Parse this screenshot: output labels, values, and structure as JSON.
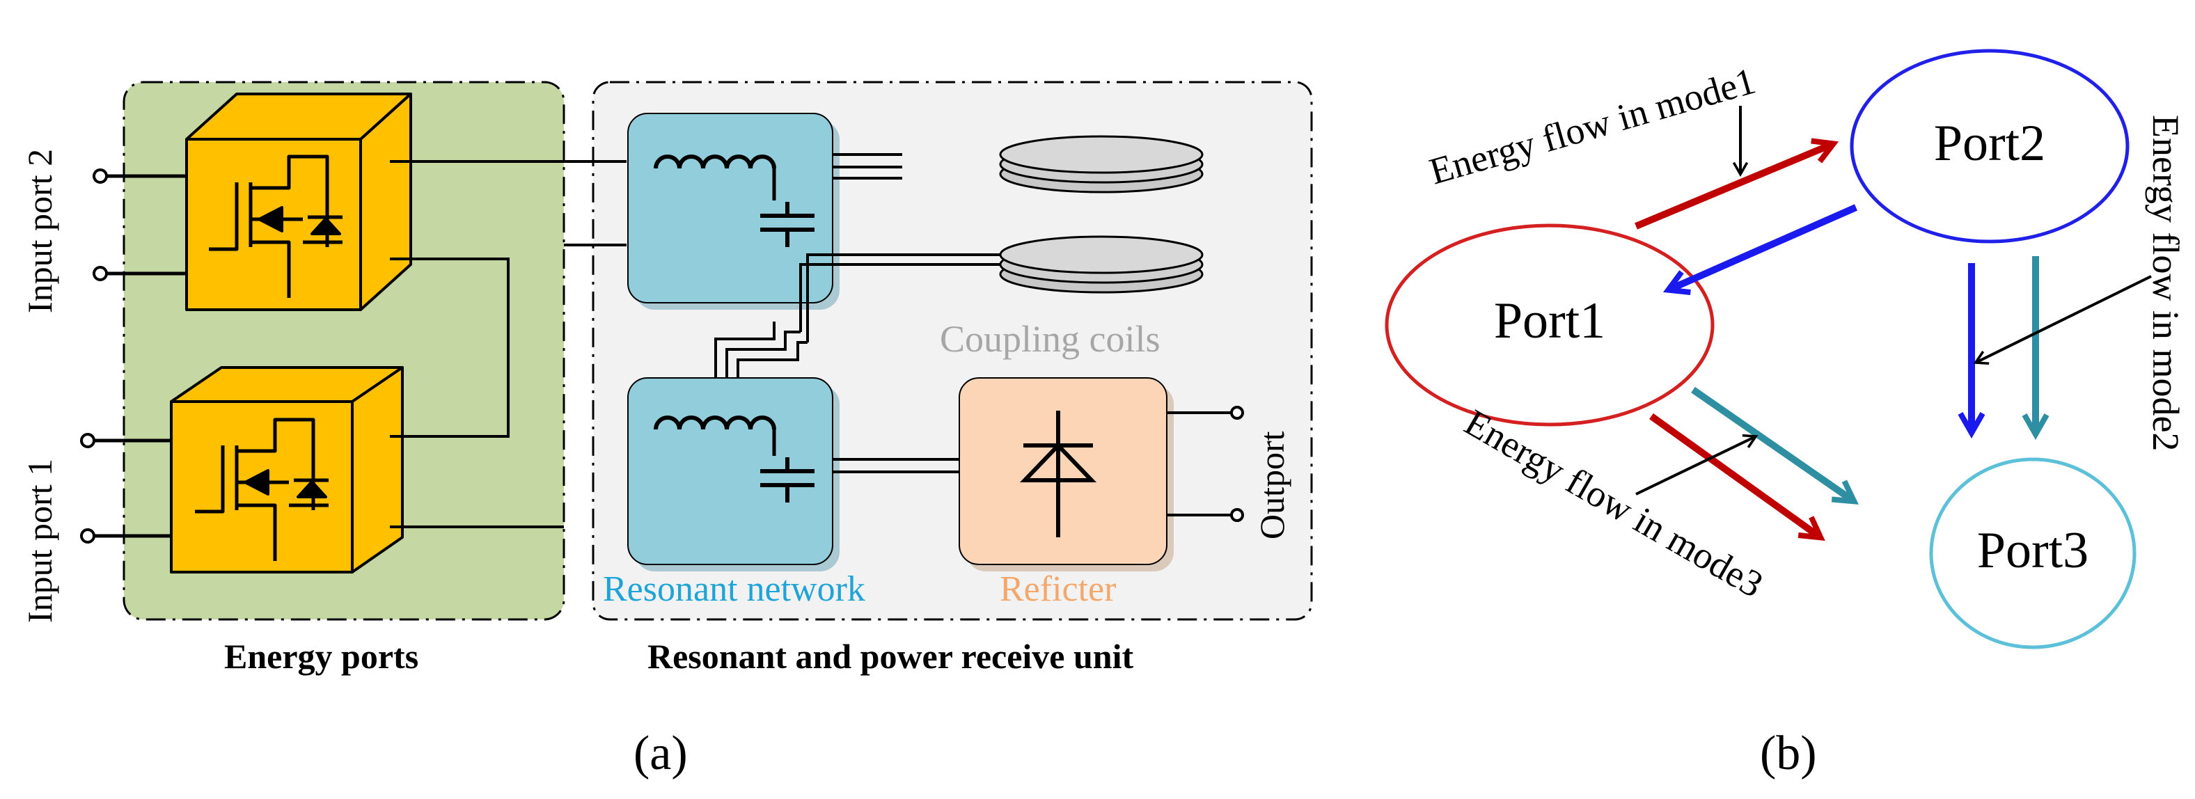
{
  "panel_a": {
    "input_port_2": "Input port 2",
    "input_port_1": "Input port 1",
    "energy_ports_caption": "Energy ports",
    "coupling_coils": "Coupling coils",
    "outport": "Outport",
    "resonant_network": "Resonant network",
    "refic ter_label": "Reficter",
    "unit_caption": "Resonant and power receive unit",
    "label": "(a)",
    "colors": {
      "energy_ports_bg": "#c5d8a4",
      "unit_bg": "#f2f2f2",
      "switch_block": "#ffc000",
      "resonant_block": "#92cddc",
      "rectifier_block": "#fbd5b5",
      "coil": "#d0d0d0",
      "resonant_text": "#1fa4d8",
      "rectifier_text": "#f4a76a",
      "coupling_text": "#a6a6a6"
    }
  },
  "panel_b": {
    "port1": "Port1",
    "port2": "Port2",
    "port3": "Port3",
    "mode1": "Energy flow in mode1",
    "mode2": "Energy flow in mode2",
    "mode3": "Energy flow in mode3",
    "label": "(b)",
    "colors": {
      "port1": "#d42020",
      "port2": "#2020e8",
      "port3": "#5bc0d8",
      "arrow_red": "#c00000",
      "arrow_blue": "#1a1aee",
      "arrow_teal": "#2e8fa3"
    }
  }
}
